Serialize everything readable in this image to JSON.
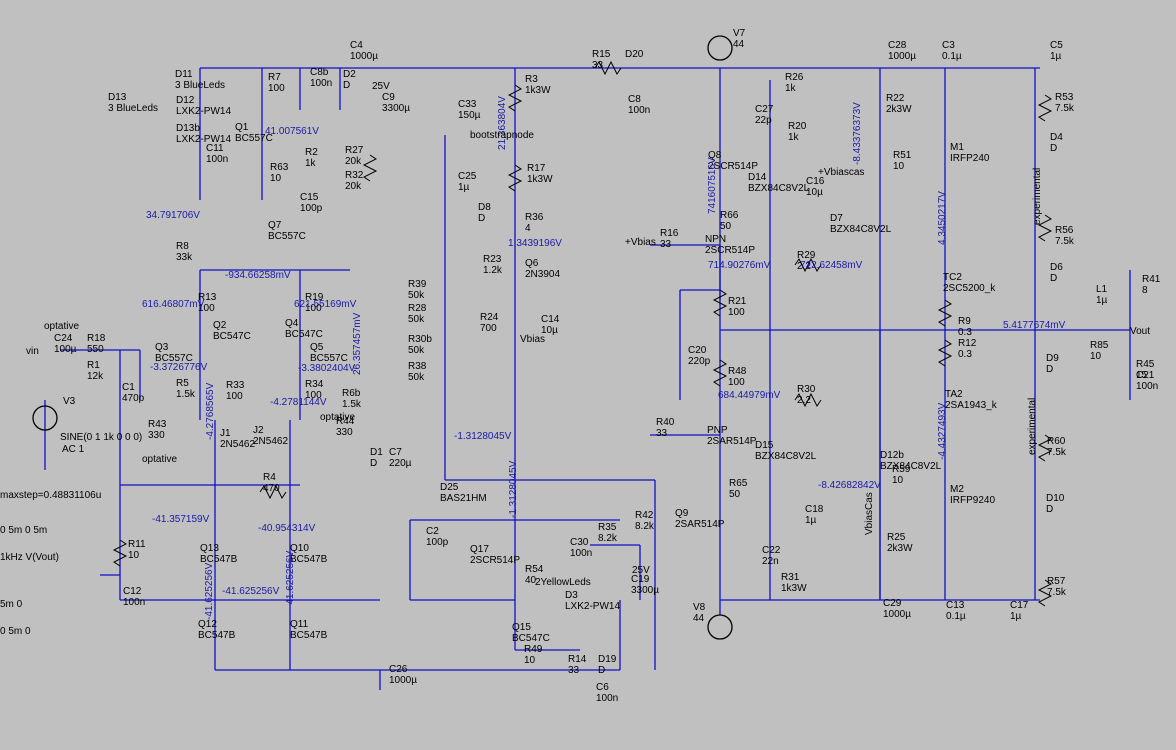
{
  "components": [
    {
      "ref": "C4",
      "value": "1000µ"
    },
    {
      "ref": "R3",
      "value": "1k3W"
    },
    {
      "ref": "R15",
      "value": "33"
    },
    {
      "ref": "D20",
      "value": ""
    },
    {
      "ref": "C8",
      "value": "100n"
    },
    {
      "ref": "V7",
      "value": "44"
    },
    {
      "ref": "C28",
      "value": "1000µ"
    },
    {
      "ref": "C3",
      "value": "0.1µ"
    },
    {
      "ref": "C5",
      "value": "1µ"
    },
    {
      "ref": "D11",
      "value": "3 BlueLeds"
    },
    {
      "ref": "D12",
      "value": "LXK2-PW14"
    },
    {
      "ref": "D13",
      "value": "3 BlueLeds"
    },
    {
      "ref": "D13b",
      "value": "LXK2-PW14"
    },
    {
      "ref": "R7",
      "value": "100"
    },
    {
      "ref": "C8b",
      "value": "100n"
    },
    {
      "ref": "D2",
      "value": "D"
    },
    {
      "ref": "C9",
      "value": "3300µ"
    },
    {
      "ref": "R27",
      "value": "20k"
    },
    {
      "ref": "R32",
      "value": "20k"
    },
    {
      "ref": "Q1",
      "value": "BC557C"
    },
    {
      "ref": "C11",
      "value": "100n"
    },
    {
      "ref": "R2",
      "value": "1k"
    },
    {
      "ref": "R63",
      "value": "10"
    },
    {
      "ref": "C15",
      "value": "100p"
    },
    {
      "ref": "Q7",
      "value": "BC557C"
    },
    {
      "ref": "R8",
      "value": "33k"
    },
    {
      "ref": "C33",
      "value": "150µ"
    },
    {
      "ref": "C25",
      "value": "1µ"
    },
    {
      "ref": "R17",
      "value": "1k3W"
    },
    {
      "ref": "D8",
      "value": "D"
    },
    {
      "ref": "R36",
      "value": "4"
    },
    {
      "ref": "R23",
      "value": "1.2k"
    },
    {
      "ref": "Q6",
      "value": "2N3904"
    },
    {
      "ref": "R24",
      "value": "700"
    },
    {
      "ref": "C14",
      "value": "10µ"
    },
    {
      "ref": "Q8",
      "value": "2SCR514P"
    },
    {
      "ref": "R26",
      "value": "1k"
    },
    {
      "ref": "C27",
      "value": "22p"
    },
    {
      "ref": "R20",
      "value": "1k"
    },
    {
      "ref": "R66",
      "value": "50"
    },
    {
      "ref": "D14",
      "value": "BZX84C8V2L"
    },
    {
      "ref": "C16",
      "value": "10µ"
    },
    {
      "ref": "R22",
      "value": "2k3W"
    },
    {
      "ref": "R51",
      "value": "10"
    },
    {
      "ref": "M1",
      "value": "IRFP240"
    },
    {
      "ref": "D7",
      "value": "BZX84C8V2L"
    },
    {
      "ref": "R53",
      "value": "7.5k"
    },
    {
      "ref": "D4",
      "value": "D"
    },
    {
      "ref": "R56",
      "value": "7.5k"
    },
    {
      "ref": "D6",
      "value": "D"
    },
    {
      "ref": "R16",
      "value": "33"
    },
    {
      "ref": "NPN",
      "value": "2SCR514P"
    },
    {
      "ref": "R29",
      "value": "2.2"
    },
    {
      "ref": "TC2",
      "value": "2SC5200_k"
    },
    {
      "ref": "R9",
      "value": "0.3"
    },
    {
      "ref": "R41",
      "value": "8"
    },
    {
      "ref": "L1",
      "value": "1µ"
    },
    {
      "ref": "R85",
      "value": "10"
    },
    {
      "ref": "R45",
      "value": "15"
    },
    {
      "ref": "C21",
      "value": "100n"
    },
    {
      "ref": "C24",
      "value": "100µ"
    },
    {
      "ref": "R18",
      "value": "550"
    },
    {
      "ref": "R1",
      "value": "12k"
    },
    {
      "ref": "C1",
      "value": "470p"
    },
    {
      "ref": "Q2",
      "value": "BC547C"
    },
    {
      "ref": "Q3",
      "value": "BC557C"
    },
    {
      "ref": "R13",
      "value": "100"
    },
    {
      "ref": "R5",
      "value": "1.5k"
    },
    {
      "ref": "R33",
      "value": "100"
    },
    {
      "ref": "Q4",
      "value": "BC547C"
    },
    {
      "ref": "R19",
      "value": "100"
    },
    {
      "ref": "Q5",
      "value": "BC557C"
    },
    {
      "ref": "R34",
      "value": "100"
    },
    {
      "ref": "R6b",
      "value": "1.5k"
    },
    {
      "ref": "R39",
      "value": "50k"
    },
    {
      "ref": "R28",
      "value": "50k"
    },
    {
      "ref": "R30b",
      "value": "50k"
    },
    {
      "ref": "R38",
      "value": "50k"
    },
    {
      "ref": "R21",
      "value": "100"
    },
    {
      "ref": "C20",
      "value": "220p"
    },
    {
      "ref": "R48",
      "value": "100"
    },
    {
      "ref": "R30",
      "value": "2.2"
    },
    {
      "ref": "R12",
      "value": "0.3"
    },
    {
      "ref": "TA2",
      "value": "2SA1943_k"
    },
    {
      "ref": "D9",
      "value": "D"
    },
    {
      "ref": "R60",
      "value": "7.5k"
    },
    {
      "ref": "D10",
      "value": "D"
    },
    {
      "ref": "R57",
      "value": "7.5k"
    },
    {
      "ref": "R43",
      "value": "330"
    },
    {
      "ref": "J1",
      "value": "2N5462"
    },
    {
      "ref": "J2",
      "value": "2N5462"
    },
    {
      "ref": "R44",
      "value": "330"
    },
    {
      "ref": "D1",
      "value": "D"
    },
    {
      "ref": "C7",
      "value": "220µ"
    },
    {
      "ref": "R40",
      "value": "33"
    },
    {
      "ref": "PNP",
      "value": "2SAR514P"
    },
    {
      "ref": "D15",
      "value": "BZX84C8V2L"
    },
    {
      "ref": "R65",
      "value": "50"
    },
    {
      "ref": "D12b",
      "value": "BZX84C8V2L"
    },
    {
      "ref": "R59",
      "value": "10"
    },
    {
      "ref": "M2",
      "value": "IRFP9240"
    },
    {
      "ref": "R25",
      "value": "2k3W"
    },
    {
      "ref": "R4",
      "value": "470"
    },
    {
      "ref": "D25",
      "value": "BAS21HM"
    },
    {
      "ref": "C2",
      "value": "100p"
    },
    {
      "ref": "Q17",
      "value": "2SCR514P"
    },
    {
      "ref": "R42",
      "value": "8.2k"
    },
    {
      "ref": "R35",
      "value": "8.2k"
    },
    {
      "ref": "Q9",
      "value": "2SAR514P"
    },
    {
      "ref": "C18",
      "value": "1µ"
    },
    {
      "ref": "R11",
      "value": "10"
    },
    {
      "ref": "C12",
      "value": "100n"
    },
    {
      "ref": "Q13",
      "value": "BC547B"
    },
    {
      "ref": "Q10",
      "value": "BC547B"
    },
    {
      "ref": "Q12",
      "value": "BC547B"
    },
    {
      "ref": "Q11",
      "value": "BC547B"
    },
    {
      "ref": "R54",
      "value": "40"
    },
    {
      "ref": "C30",
      "value": "100n"
    },
    {
      "ref": "D3",
      "value": "LXK2-PW14"
    },
    {
      "ref": "Q15",
      "value": "BC547C"
    },
    {
      "ref": "C19",
      "value": "3300µ"
    },
    {
      "ref": "C22",
      "value": "22n"
    },
    {
      "ref": "R31",
      "value": "1k3W"
    },
    {
      "ref": "V8",
      "value": "44"
    },
    {
      "ref": "C29",
      "value": "1000µ"
    },
    {
      "ref": "C13",
      "value": "0.1µ"
    },
    {
      "ref": "C17",
      "value": "1µ"
    },
    {
      "ref": "R49",
      "value": "10"
    },
    {
      "ref": "R14",
      "value": "33"
    },
    {
      "ref": "D19",
      "value": "D"
    },
    {
      "ref": "C6",
      "value": "100n"
    },
    {
      "ref": "C26",
      "value": "1000µ"
    }
  ],
  "voltages": [
    "21.363804V",
    "41.007561V",
    "34.791706V",
    "-934.66258mV",
    "616.46807mV",
    "621.55169mV",
    "-3.3726776V",
    "-3.3802404V",
    "-4.2768565V",
    "-4.2781144V",
    "26.357457mV",
    "1.3439196V",
    "-8.43376373V",
    "741607516V",
    "714.90276mV",
    "712.62458mV",
    "4.3450217V",
    "5.4177674mV",
    "684.44979mV",
    "-4.4327493V",
    "-8.42682842V",
    "-1.3128045V",
    "-41.357159V",
    "-40.954314V",
    "-41.625256V",
    "-41.625256V",
    "-41.625256V",
    "-1.3128045V"
  ],
  "labels": {
    "vin": "vin",
    "vout": "Vout",
    "optative1": "optative",
    "optative2": "optative",
    "optative3": "optative",
    "sine": "SINE(0 1 1k 0 0 0)",
    "ac": "AC 1",
    "maxstep": "maxstep=0.48831106u",
    "tran1": "0 5m 0 5m",
    "tran2": "1kHz V(Vout)",
    "tran3": "5m 0",
    "tran4": "0 5m 0",
    "vbias": "+Vbias",
    "vbias2": "Vbias",
    "vbiascas": "+Vbiascas",
    "vbiascas2": "VbiasCas",
    "bootstrap": "bootstrapnode",
    "exp1": "experimental",
    "exp2": "experimental",
    "yellow": "2YellowLeds",
    "pw14": "LXK2-PW14",
    "v3": "V3",
    "25v": "25V",
    "25v2": "25V",
    "q2n": "2N5462"
  }
}
